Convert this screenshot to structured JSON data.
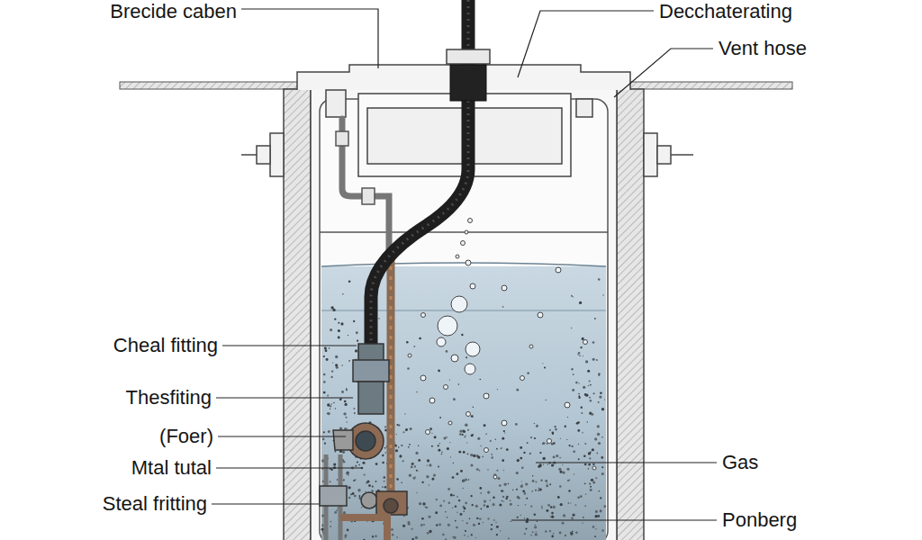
{
  "diagram": {
    "labels": [
      "Brecide caben",
      "Decchaterating",
      "Vent hose",
      "Cheal fitting",
      "Thesfiting",
      "(Foer)",
      "Mtal tutal",
      "Steal fritting",
      "Gas",
      "Ponberg"
    ]
  }
}
